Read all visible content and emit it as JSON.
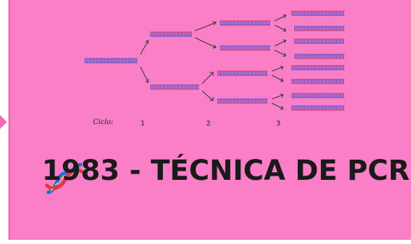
{
  "title": "1983 - TÉCNICA DE PCR",
  "diagram": {
    "cycle_label": "Ciclo:",
    "cycles": [
      "1",
      "2",
      "3"
    ]
  },
  "icons": [
    "dna-icon"
  ],
  "colors": {
    "background": "#fb7fc7",
    "strand_blue": "#5b4fc8",
    "strand_red": "#e2365c",
    "text": "#1a1a1a"
  }
}
